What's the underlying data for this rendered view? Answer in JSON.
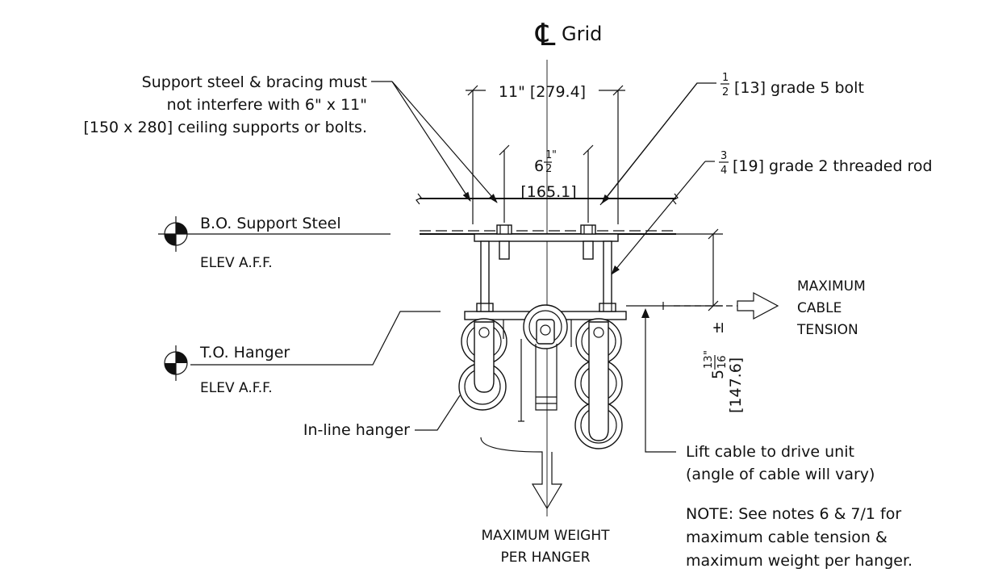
{
  "grid": {
    "symbol": "℄",
    "label": "Grid"
  },
  "dimensions": {
    "top_width": "11\" [279.4]",
    "bolt_spacing_whole": "6",
    "bolt_spacing_num": "1",
    "bolt_spacing_den": "2",
    "bolt_spacing_unit": "\"",
    "bolt_spacing_mm": "[165.1]",
    "height_whole": "5",
    "height_num": "13",
    "height_den": "16",
    "height_unit": "\"",
    "height_tol": "±",
    "height_mm": "[147.6]"
  },
  "callouts": {
    "support_steel_line1": "Support steel & bracing must",
    "support_steel_line2": "not interfere with 6\" x 11\"",
    "support_steel_line3": "[150 x 280] ceiling supports or bolts.",
    "bolt_num": "1",
    "bolt_den": "2",
    "bolt_text": "[13] grade 5 bolt",
    "rod_num": "3",
    "rod_den": "4",
    "rod_text": "[19] grade 2 threaded rod",
    "inline_hanger": "In-line hanger",
    "lift_cable_line1": "Lift cable to drive unit",
    "lift_cable_line2": "(angle of cable will vary)"
  },
  "elevations": {
    "bo_support_steel": "B.O. Support Steel",
    "bo_elev": "ELEV A.F.F.",
    "to_hanger": "T.O. Hanger",
    "to_elev": "ELEV A.F.F."
  },
  "forces": {
    "tension_line1": "MAXIMUM",
    "tension_line2": "CABLE",
    "tension_line3": "TENSION",
    "weight_line1": "MAXIMUM WEIGHT",
    "weight_line2": "PER HANGER"
  },
  "note": {
    "line1": "NOTE: See notes 6 & 7/1 for",
    "line2": "maximum cable tension &",
    "line3": "maximum weight per hanger."
  }
}
